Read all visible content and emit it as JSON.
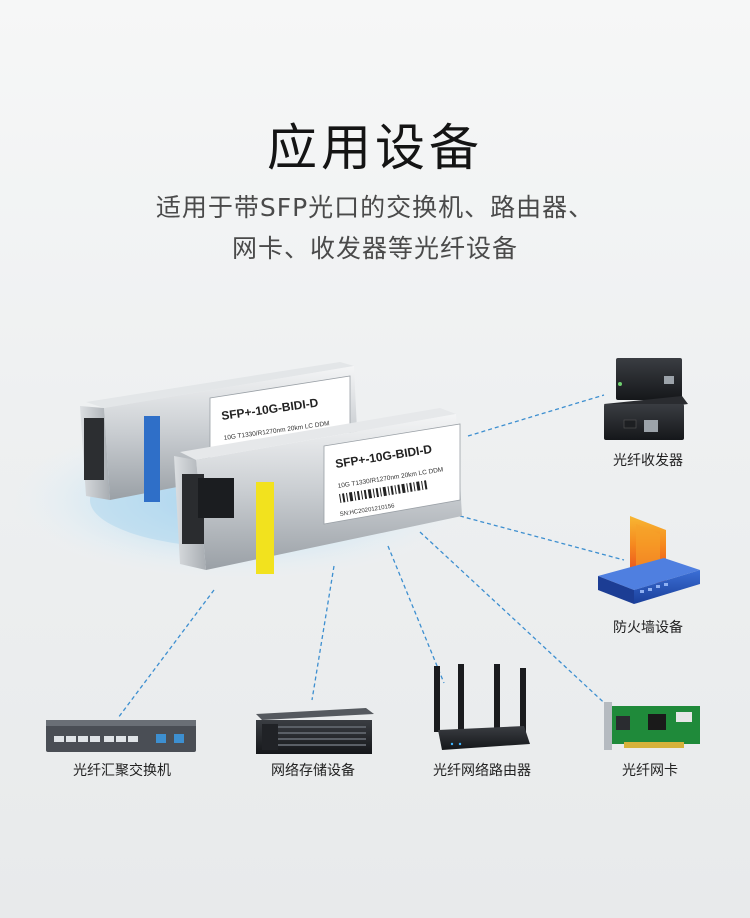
{
  "header": {
    "title": "应用设备",
    "subtitle_line1": "适用于带SFP光口的交换机、路由器、",
    "subtitle_line2": "网卡、收发器等光纤设备"
  },
  "modules": [
    {
      "label": "SFP+-10G-BIDI-D",
      "spec": "10G T1330/R1270nm 20km LC DDM",
      "color": "#2f6fc8"
    },
    {
      "label": "SFP+-10G-BIDI-D",
      "spec": "10G T1330/R1270nm 20km LC DDM",
      "serial": "SN:HC20201210156",
      "color": "#f2e21e"
    }
  ],
  "devices": {
    "transceiver": "光纤收发器",
    "firewall": "防火墙设备",
    "switch": "光纤汇聚交换机",
    "storage": "网络存储设备",
    "router": "光纤网络路由器",
    "nic": "光纤网卡"
  },
  "colors": {
    "connector": "#3d8fd0",
    "glow": "#bfe0f3"
  }
}
